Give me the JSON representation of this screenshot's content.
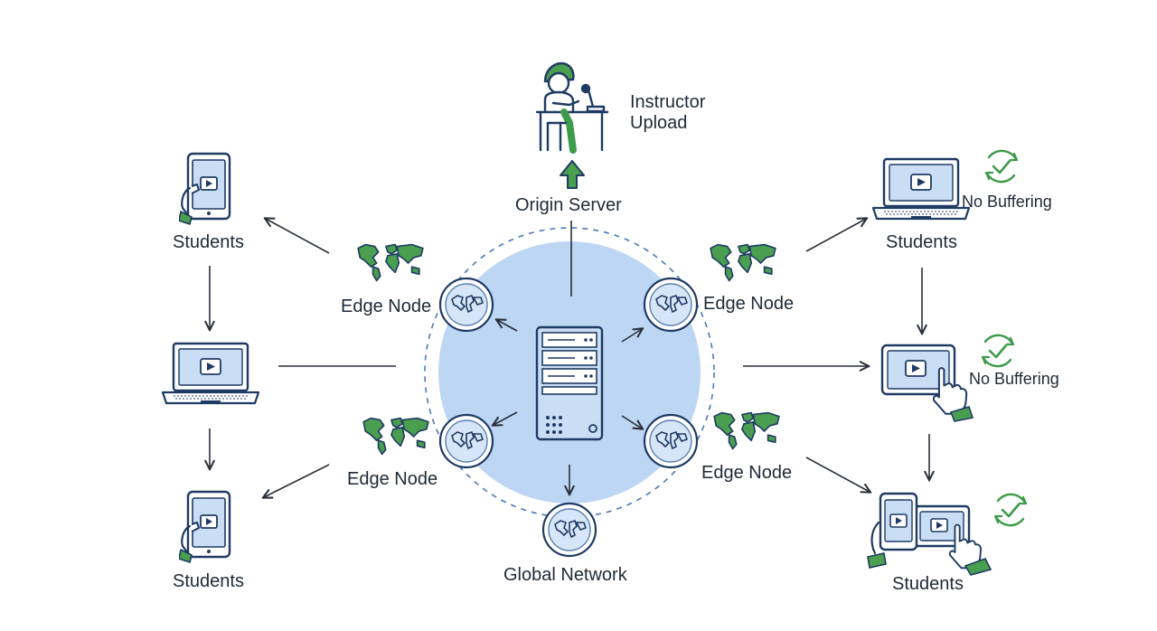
{
  "labels": {
    "instructor_upload": "Instructor\nUpload",
    "origin_server": "Origin Server",
    "global_network": "Global Network",
    "edge_node_top_left": "Edge Node",
    "edge_node_top_right": "Edge Node",
    "edge_node_bottom_left": "Edge Node",
    "edge_node_bottom_right": "Edge Node",
    "students_left_top": "Students",
    "students_left_bottom": "Students",
    "students_right_top": "Students",
    "students_right_bottom": "Students",
    "no_buffering_1": "No Buffering",
    "no_buffering_2": "No Buffering"
  },
  "icons": {
    "instructor": "instructor-at-desk-icon",
    "upload": "upload-arrow-icon",
    "server": "server-rack-icon",
    "edge_node": "globe-node-icon",
    "world_map": "world-map-icon",
    "tablet": "tablet-play-icon",
    "laptop": "laptop-play-icon",
    "check": "check-circle-icon"
  },
  "colors": {
    "outline": "#1f3b63",
    "accent_green": "#3e9b49",
    "screen_blue": "#c9ddf5",
    "network_fill": "#bcd6f3",
    "node_fill": "#e3eefb",
    "line": "#2a2f3a"
  }
}
